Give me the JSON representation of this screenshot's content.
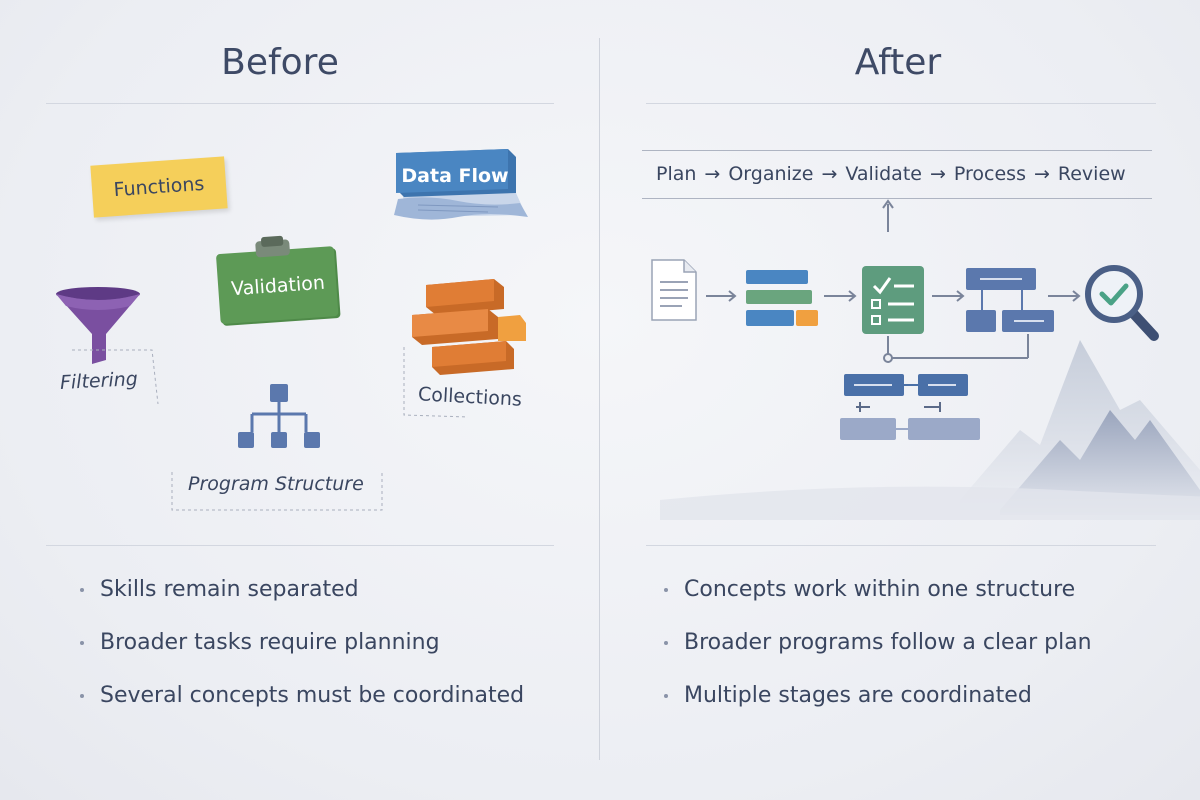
{
  "before": {
    "heading": "Before",
    "items": {
      "functions": "Functions",
      "data_flow": "Data Flow",
      "validation": "Validation",
      "filtering": "Filtering",
      "collections": "Collections",
      "program_structure": "Program Structure"
    },
    "bullets": [
      "Skills remain separated",
      "Broader tasks require planning",
      "Several concepts must be coordinated"
    ]
  },
  "after": {
    "heading": "After",
    "flow_steps": [
      "Plan",
      "Organize",
      "Validate",
      "Process",
      "Review"
    ],
    "flow_arrow": "→",
    "bullets": [
      "Concepts work within one structure",
      "Broader programs follow a clear plan",
      "Multiple stages are coordinated"
    ]
  },
  "colors": {
    "functions": "#f5cf5a",
    "data_flow": "#4a86c2",
    "validation": "#5d9a56",
    "filtering": "#7a4fa0",
    "collections": "#e07d35",
    "structure": "#5b78ad",
    "check": "#4aa286"
  },
  "icons": [
    "funnel-icon",
    "hierarchy-icon",
    "bricks-icon",
    "document-icon",
    "stacked-bars-icon",
    "checklist-icon",
    "flowchart-icon",
    "magnifier-check-icon",
    "mountain-icon"
  ]
}
